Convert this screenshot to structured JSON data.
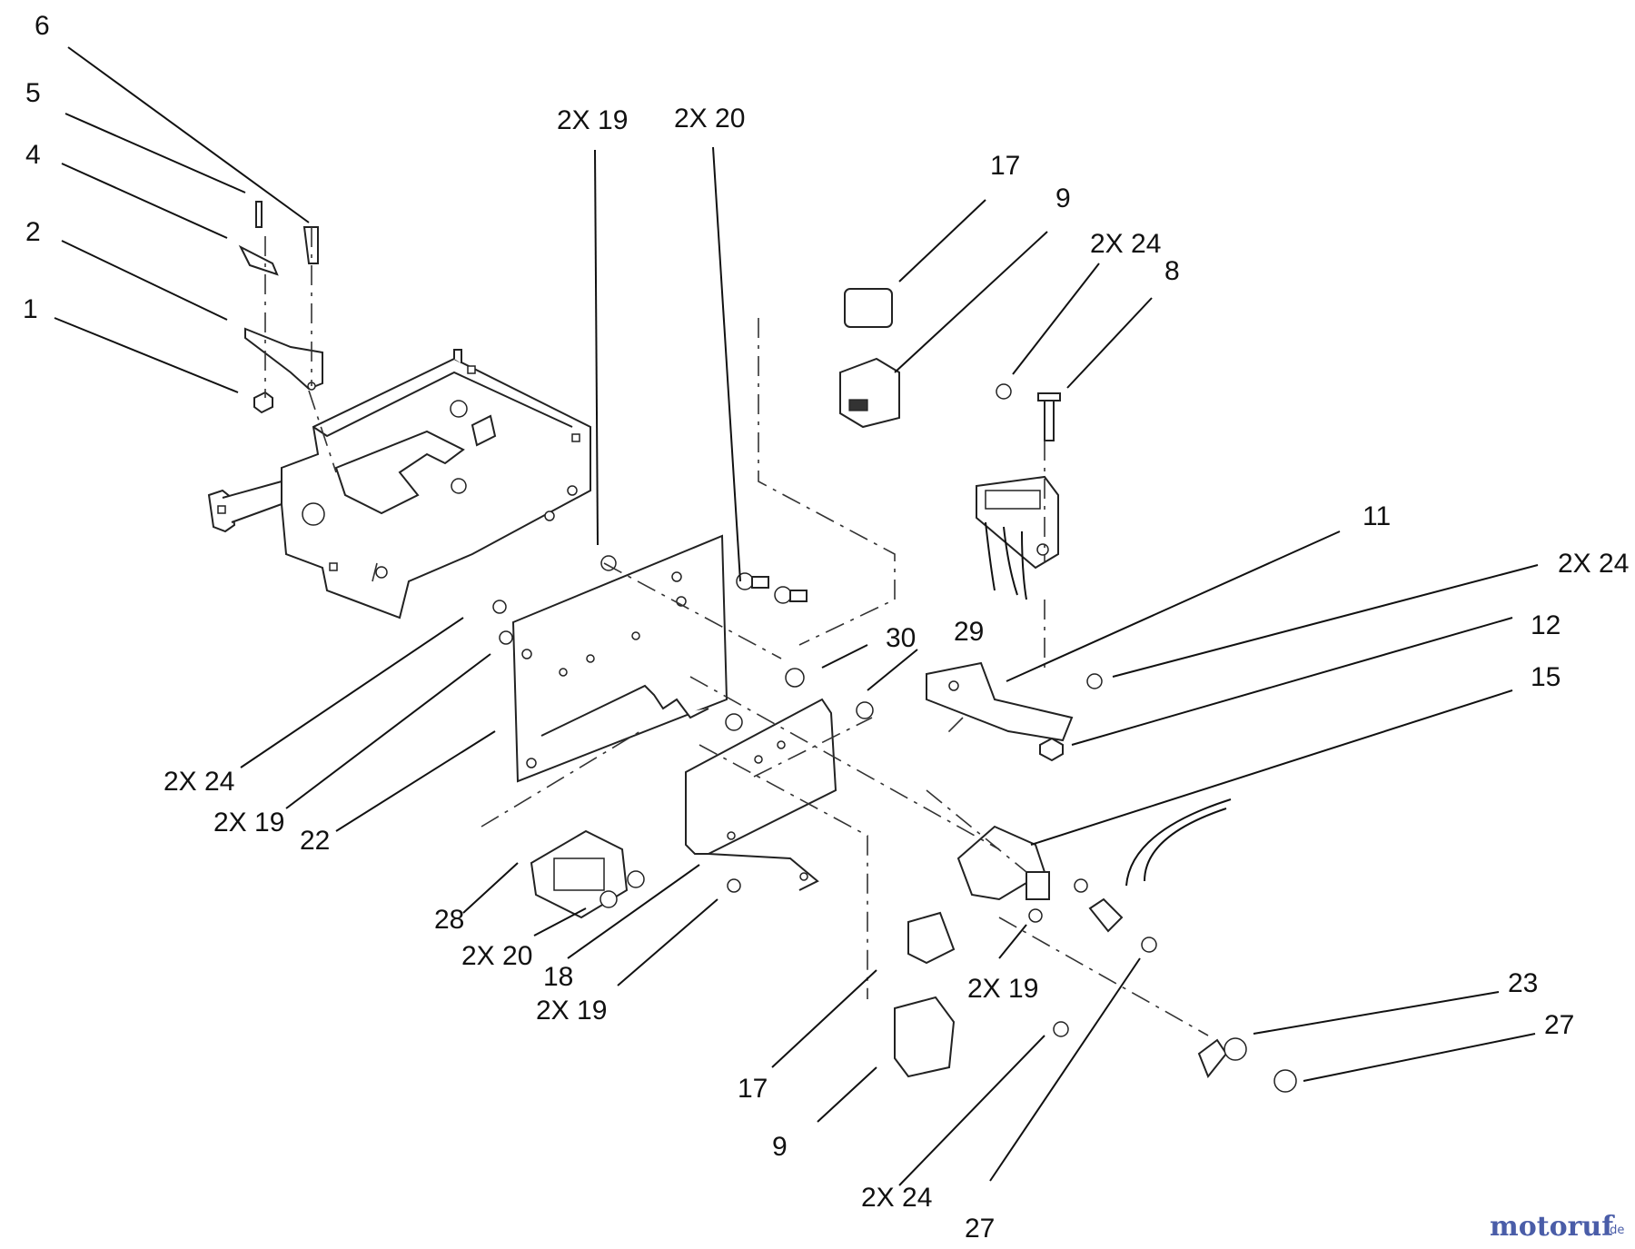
{
  "callouts": [
    {
      "id": "c6",
      "text": "6"
    },
    {
      "id": "c5",
      "text": "5"
    },
    {
      "id": "c4",
      "text": "4"
    },
    {
      "id": "c2",
      "text": "2"
    },
    {
      "id": "c1",
      "text": "1"
    },
    {
      "id": "c19a",
      "text": "2X 19"
    },
    {
      "id": "c20a",
      "text": "2X 20"
    },
    {
      "id": "c17a",
      "text": "17"
    },
    {
      "id": "c9a",
      "text": "9"
    },
    {
      "id": "c24a",
      "text": "2X 24"
    },
    {
      "id": "c8",
      "text": "8"
    },
    {
      "id": "c11",
      "text": "11"
    },
    {
      "id": "c24b",
      "text": "2X 24"
    },
    {
      "id": "c12",
      "text": "12"
    },
    {
      "id": "c15",
      "text": "15"
    },
    {
      "id": "c30",
      "text": "30"
    },
    {
      "id": "c29",
      "text": "29"
    },
    {
      "id": "c24c",
      "text": "2X 24"
    },
    {
      "id": "c19b",
      "text": "2X 19"
    },
    {
      "id": "c22",
      "text": "22"
    },
    {
      "id": "c28",
      "text": "28"
    },
    {
      "id": "c20b",
      "text": "2X 20"
    },
    {
      "id": "c18",
      "text": "18"
    },
    {
      "id": "c19c",
      "text": "2X 19"
    },
    {
      "id": "c19d",
      "text": "2X 19"
    },
    {
      "id": "c17b",
      "text": "17"
    },
    {
      "id": "c9b",
      "text": "9"
    },
    {
      "id": "c24d",
      "text": "2X 24"
    },
    {
      "id": "c27a",
      "text": "27"
    },
    {
      "id": "c23",
      "text": "23"
    },
    {
      "id": "c27b",
      "text": "27"
    }
  ],
  "watermark": {
    "brand": "motoruf",
    "suffix": ".de",
    "color_primary": "#4a5da8",
    "color_accent": "#e07a2a"
  }
}
